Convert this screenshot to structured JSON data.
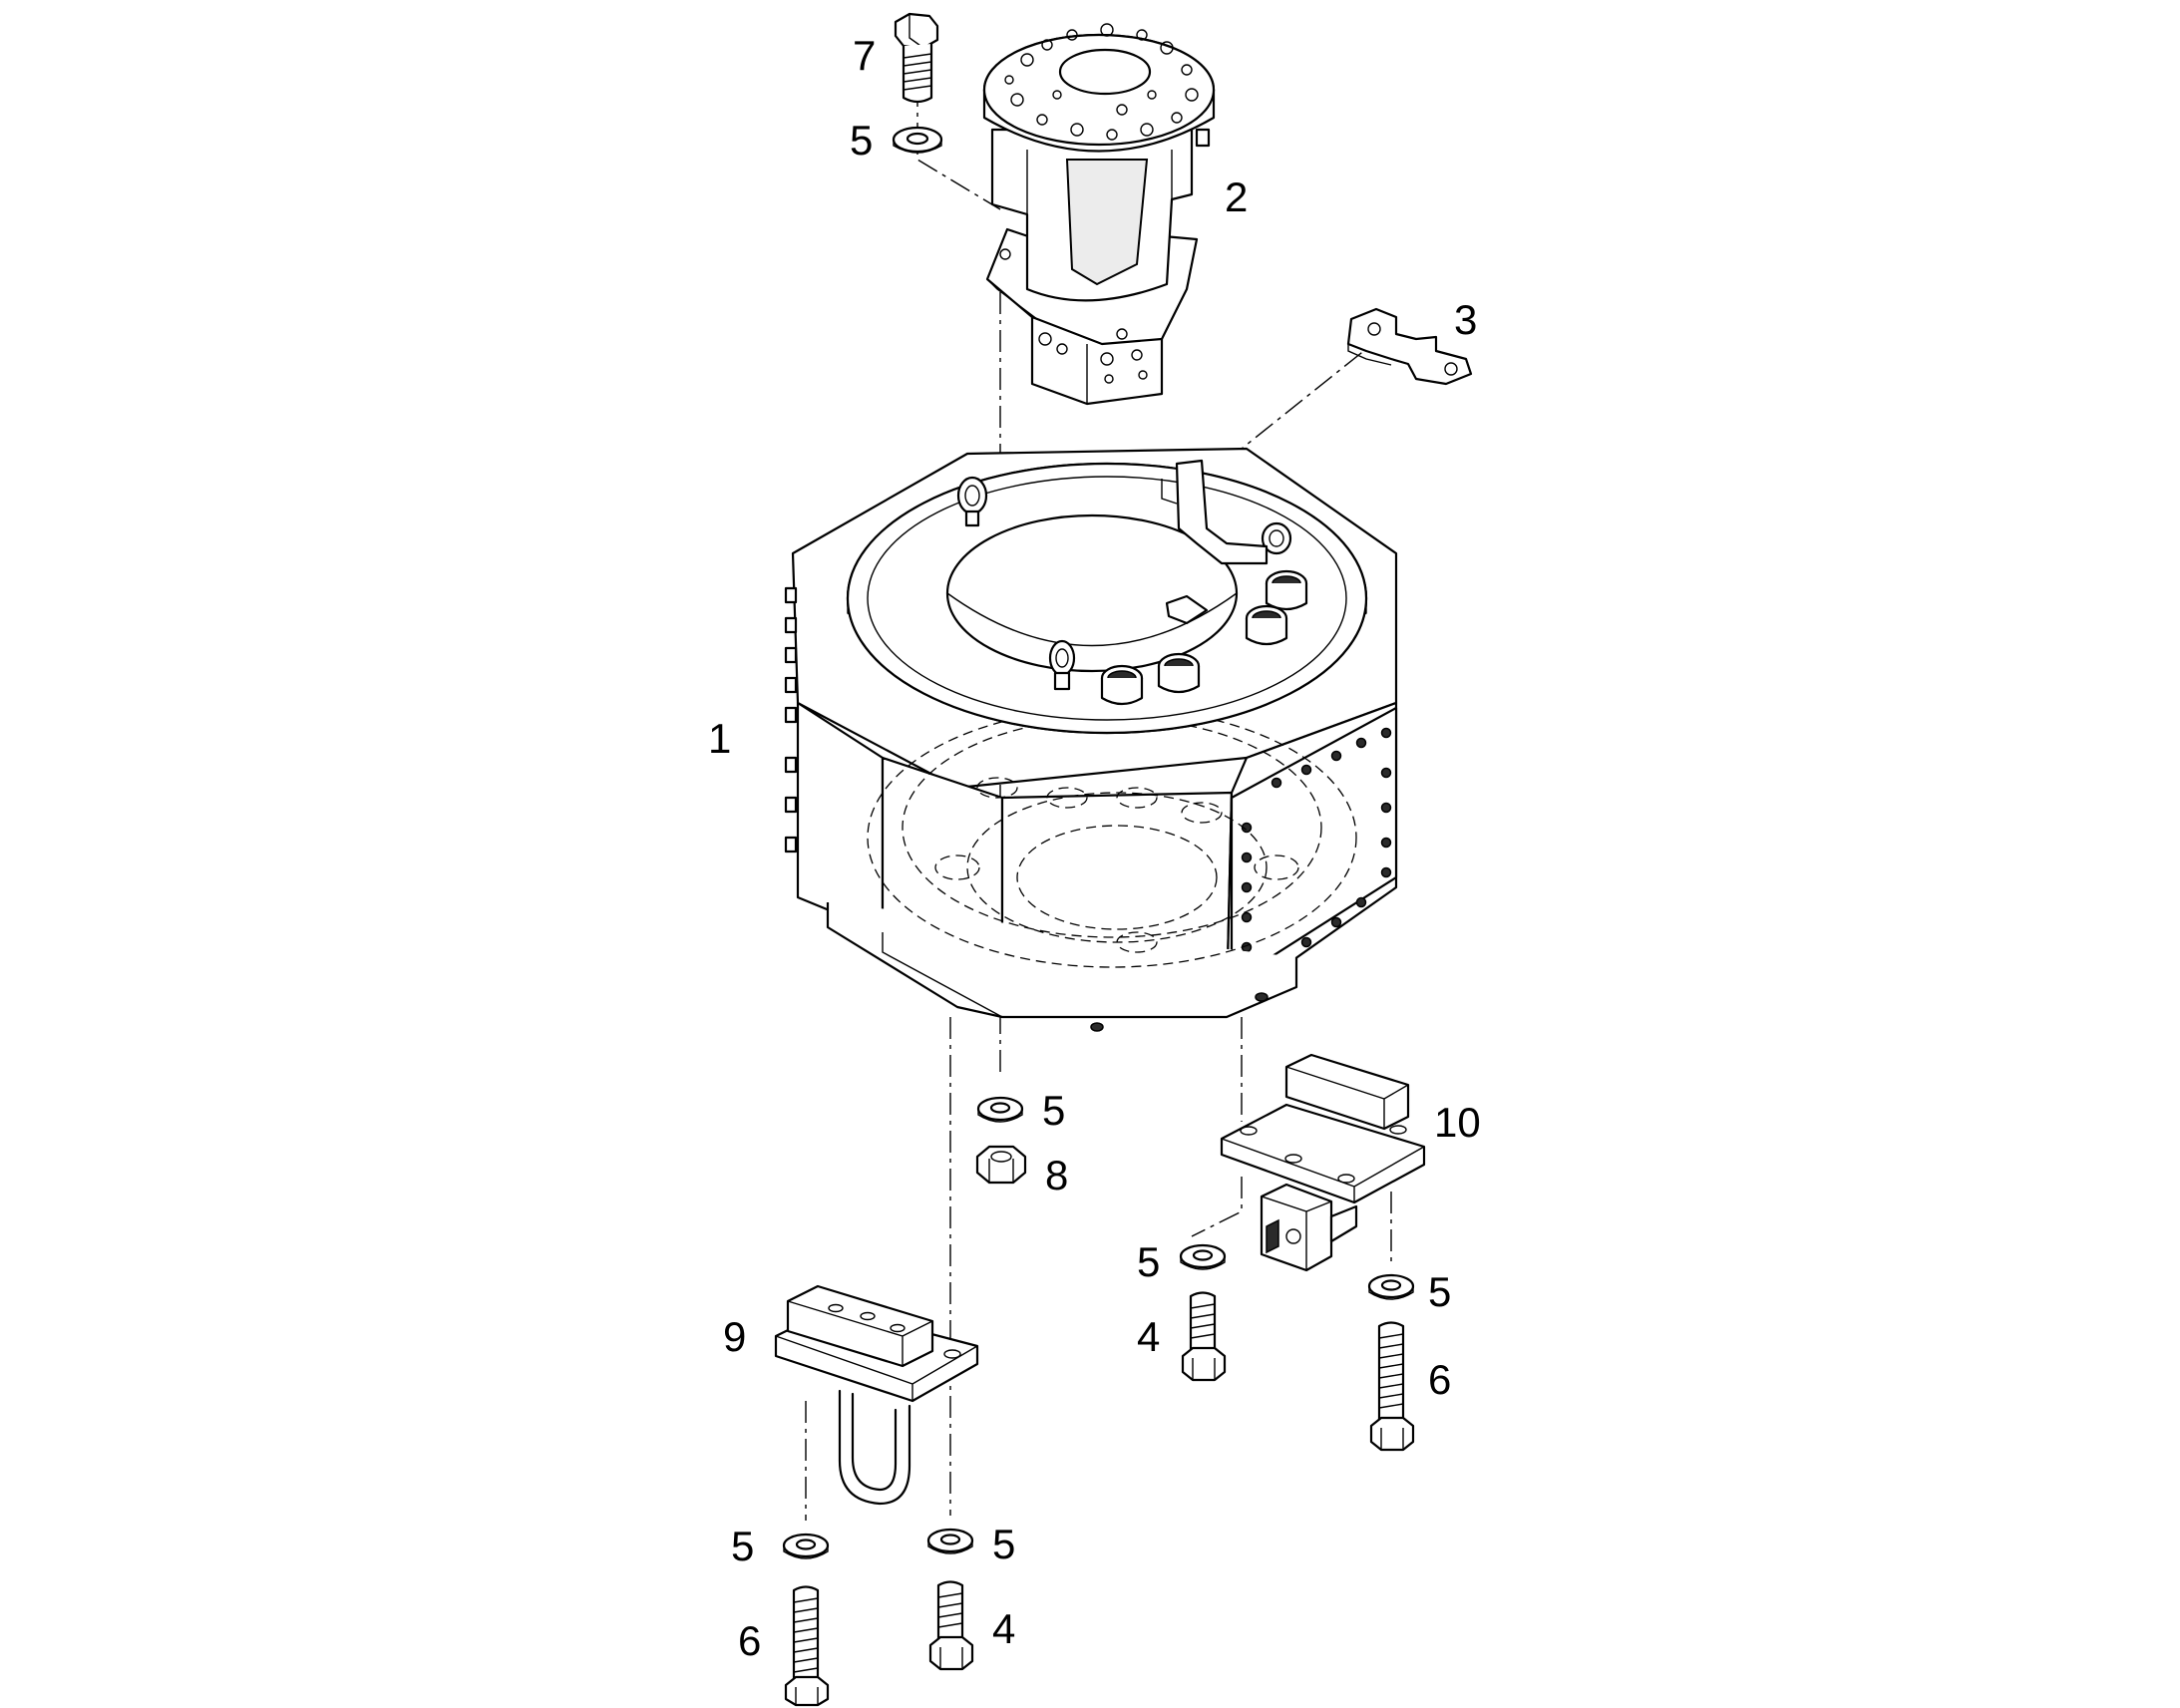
{
  "callouts": {
    "item1": "1",
    "item2": "2",
    "item3": "3",
    "item4_a": "4",
    "item4_b": "4",
    "item5_a": "5",
    "item5_b": "5",
    "item5_c": "5",
    "item5_d": "5",
    "item5_e": "5",
    "item5_f": "5",
    "item6_a": "6",
    "item6_b": "6",
    "item7": "7",
    "item8": "8",
    "item9": "9",
    "item10": "10"
  }
}
